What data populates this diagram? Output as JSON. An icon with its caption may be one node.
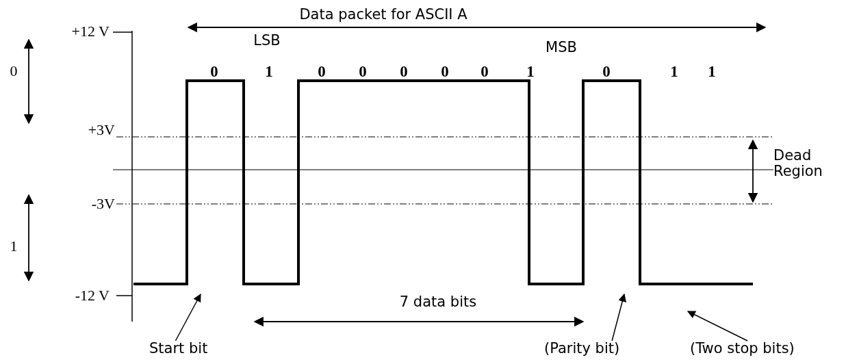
{
  "diagram": {
    "nodes": [
      {
        "text": [
          "Start bit"
        ]
      },
      {
        "text": [
          "(Parity bit)"
        ]
      },
      {
        "text": [
          "(Two stop bits)"
        ]
      }
    ],
    "edges": [
      {
        "from": 0,
        "to": null,
        "arrow": "to"
      },
      {
        "from": 1,
        "to": null,
        "arrow": "to"
      },
      {
        "from": 2,
        "to": null,
        "arrow": "to"
      }
    ],
    "labels": [
      "Data packet for ASCII A",
      "+12 V",
      "LSB",
      "MSB",
      "0",
      "0",
      "1",
      "0",
      "0",
      "0",
      "0",
      "0",
      "1",
      "0",
      "1",
      "1",
      "+3V",
      "Dead Region",
      "-3V",
      "1",
      "-12 V",
      "7 data bits"
    ]
  }
}
